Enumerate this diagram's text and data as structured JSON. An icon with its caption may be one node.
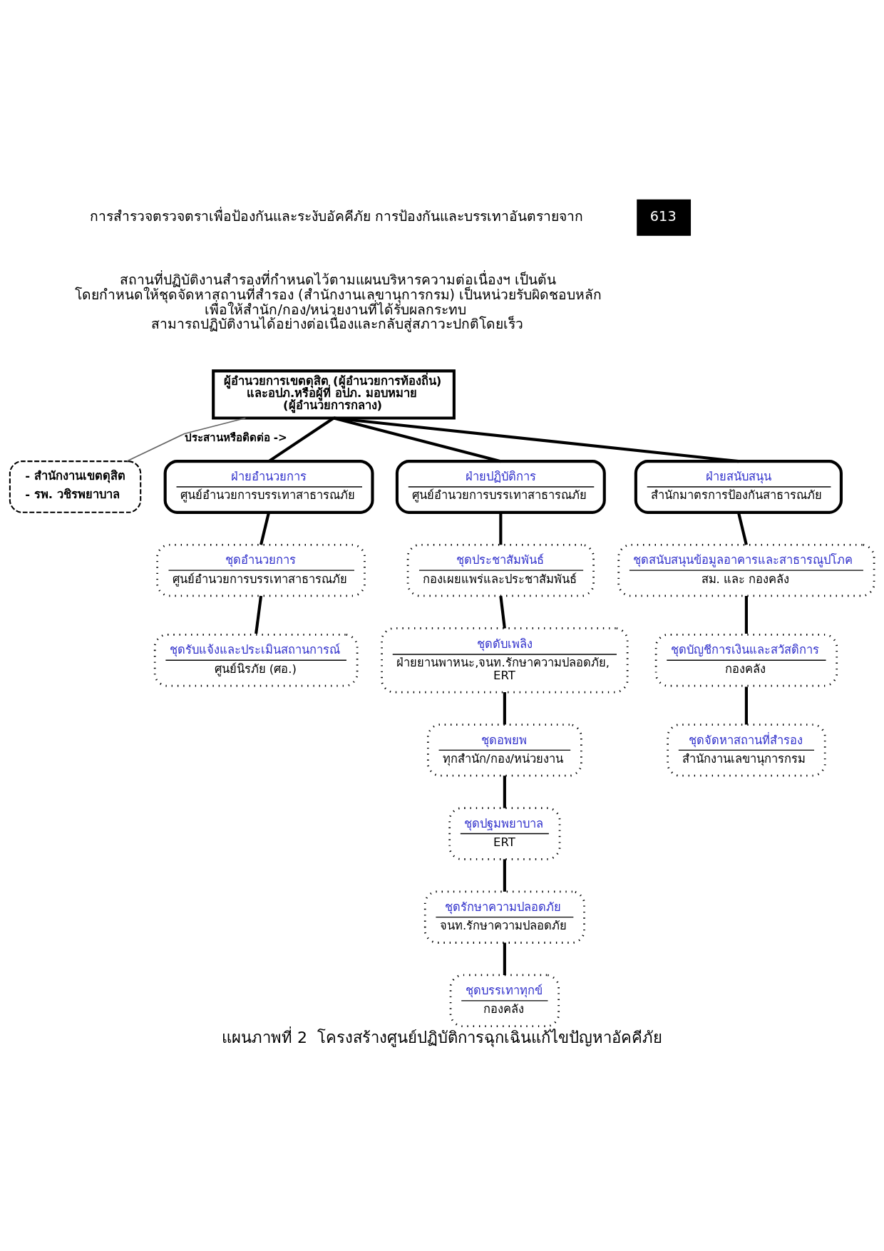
{
  "diagram": {
    "caption": "แผนภาพที่ 2  โครงสร้างศูนย์ปฏิบัติการฉุกเฉินแก้ไขปัญหาอัคคีภัย",
    "nodes": [
      {
        "text": [
          "ผู้อำนวยการเขตดุสิต (ผู้อำนวยการท้องถิ่น) และอปภ.หรือผู้ที่ อปภ. มอบหมาย (ผู้อำนวยการกลาง)"
        ]
      },
      {
        "text": [
          "- สำนักงานเขตดุสิต",
          "- รพ. วชิรพยาบาล"
        ]
      },
      {
        "text": [
          "ฝ่ายอำนวยการ",
          "ศูนย์อำนวยการบรรเทาสาธารณภัย"
        ]
      },
      {
        "text": [
          "ฝ่ายปฏิบัติการ",
          "ศูนย์อำนวยการบรรเทาสาธารณภัย"
        ]
      },
      {
        "text": [
          "ฝ่ายสนับสนุน",
          "สำนักมาตรการป้องกันสาธารณภัย"
        ]
      },
      {
        "text": [
          "ชุดอำนวยการ",
          "ศูนย์อำนวยการบรรเทาสาธารณภัย"
        ]
      },
      {
        "text": [
          "ชุดรับแจ้งและประเมินสถานการณ์",
          "ศูนย์นิรภัย (ศอ.)"
        ]
      },
      {
        "text": [
          "ชุดประชาสัมพันธ์",
          "กองเผยแพร่และประชาสัมพันธ์"
        ]
      },
      {
        "text": [
          "ชุดดับเพลิง",
          "ฝ่ายยานพาหนะ,จนท.รักษาความปลอดภัย, ERT"
        ]
      },
      {
        "text": [
          "ชุดอพยพ",
          "ทุกสำนัก/กอง/หน่วยงาน"
        ]
      },
      {
        "text": [
          "ชุดปฐมพยาบาล",
          "ERT"
        ]
      },
      {
        "text": [
          "ชุดรักษาความปลอดภัย",
          "จนท.รักษาความปลอดภัย"
        ]
      },
      {
        "text": [
          "ชุดบรรเทาทุกข์",
          "กองคลัง"
        ]
      },
      {
        "text": [
          "ชุดสนับสนุนข้อมูลอาคารและสาธารณูปโภค",
          "สม. และ กองคลัง"
        ]
      },
      {
        "text": [
          "ชุดบัญชีการเงินและสวัสดิการ",
          "กองคลัง"
        ]
      },
      {
        "text": [
          "ชุดจัดหาสถานที่สำรอง",
          "สำนักงานเลขานุการกรม"
        ]
      }
    ],
    "edges": [
      {
        "from": 0,
        "to": 1,
        "arrow": "none",
        "label": "ประสานหรือติดต่อ ->",
        "color": "#666666"
      },
      {
        "from": 0,
        "to": 2,
        "arrow": "none"
      },
      {
        "from": 0,
        "to": 3,
        "arrow": "none"
      },
      {
        "from": 0,
        "to": 4,
        "arrow": "none"
      },
      {
        "from": 2,
        "to": 5,
        "arrow": "none"
      },
      {
        "from": 5,
        "to": 6,
        "arrow": "none"
      },
      {
        "from": 3,
        "to": 7,
        "arrow": "none"
      },
      {
        "from": 7,
        "to": 8,
        "arrow": "none"
      },
      {
        "from": 8,
        "to": 9,
        "arrow": "none"
      },
      {
        "from": 9,
        "to": 10,
        "arrow": "none"
      },
      {
        "from": 10,
        "to": 11,
        "arrow": "none"
      },
      {
        "from": 11,
        "to": 12,
        "arrow": "none"
      },
      {
        "from": 4,
        "to": 13,
        "arrow": "none"
      },
      {
        "from": 13,
        "to": 14,
        "arrow": "none"
      },
      {
        "from": 14,
        "to": 15,
        "arrow": "none"
      }
    ],
    "labels": [
      "การสำรวจตรวจตราเพื่อป้องกันและระงับอัคคีภัย การป้องกันและบรรเทาอันตรายจาก",
      "613",
      "สถานที่ปฏิบัติงานสำรองที่กำหนดไว้ตามแผนบริหารความต่อเนื่องฯ เป็นต้น โดยกำหนดให้ชุดจัดหาสถานที่สำรอง (สำนักงานเลขานุการกรม) เป็นหน่วยรับผิดชอบหลัก เพื่อให้สำนัก/กอง/หน่วยงานที่ได้รับผลกระทบ สามารถปฏิบัติงานได้อย่างต่อเนื่องและกลับสู่สภาวะปกติโดยเร็ว"
    ]
  }
}
